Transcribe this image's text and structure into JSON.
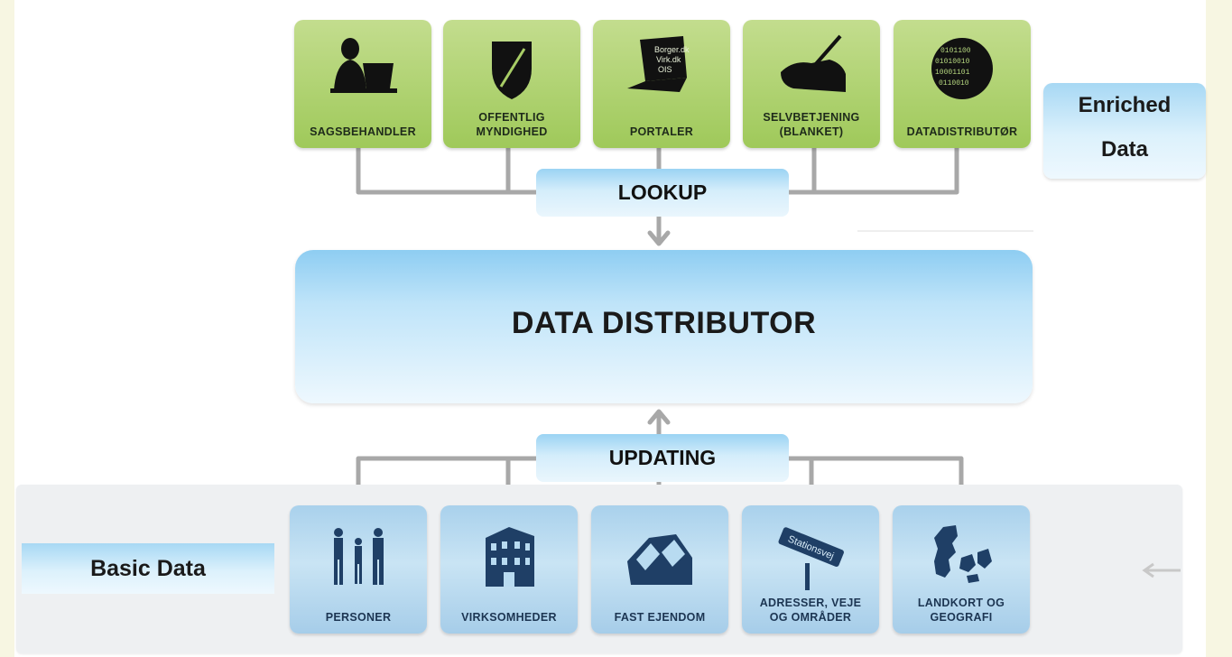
{
  "top_sources": [
    {
      "label": "SAGSBEHANDLER",
      "icon": "caseworker-icon"
    },
    {
      "label": "OFFENTLIG\nMYNDIGHED",
      "icon": "coat-of-arms-icon"
    },
    {
      "label": "PORTALER",
      "icon": "portal-laptop-icon",
      "screen_lines": [
        "Borger.dk",
        "Virk.dk",
        "OIS"
      ]
    },
    {
      "label": "SELVBETJENING\n(BLANKET)",
      "icon": "writing-hand-icon"
    },
    {
      "label": "DATADISTRIBUTØR",
      "icon": "binary-globe-icon"
    }
  ],
  "lookup_label": "LOOKUP",
  "main_title": "DATA DISTRIBUTOR",
  "updating_label": "UPDATING",
  "enriched_data": {
    "line1": "Enriched",
    "line2": "Data"
  },
  "basic_data_label": "Basic Data",
  "bottom_sources": [
    {
      "label": "PERSONER",
      "icon": "people-icon"
    },
    {
      "label": "VIRKSOMHEDER",
      "icon": "building-icon"
    },
    {
      "label": "FAST EJENDOM",
      "icon": "house-icon"
    },
    {
      "label": "ADRESSER, VEJE\nOG OMRÅDER",
      "icon": "street-sign-icon",
      "sign_text": "Stationsvej"
    },
    {
      "label": "LANDKORT OG\nGEOGRAFI",
      "icon": "denmark-map-icon"
    }
  ],
  "colors": {
    "top_tile": "#a8cd66",
    "bottom_tile": "#b8dbf1",
    "accent_blue": "#8ecdf2",
    "connector": "#a8a8a8"
  }
}
